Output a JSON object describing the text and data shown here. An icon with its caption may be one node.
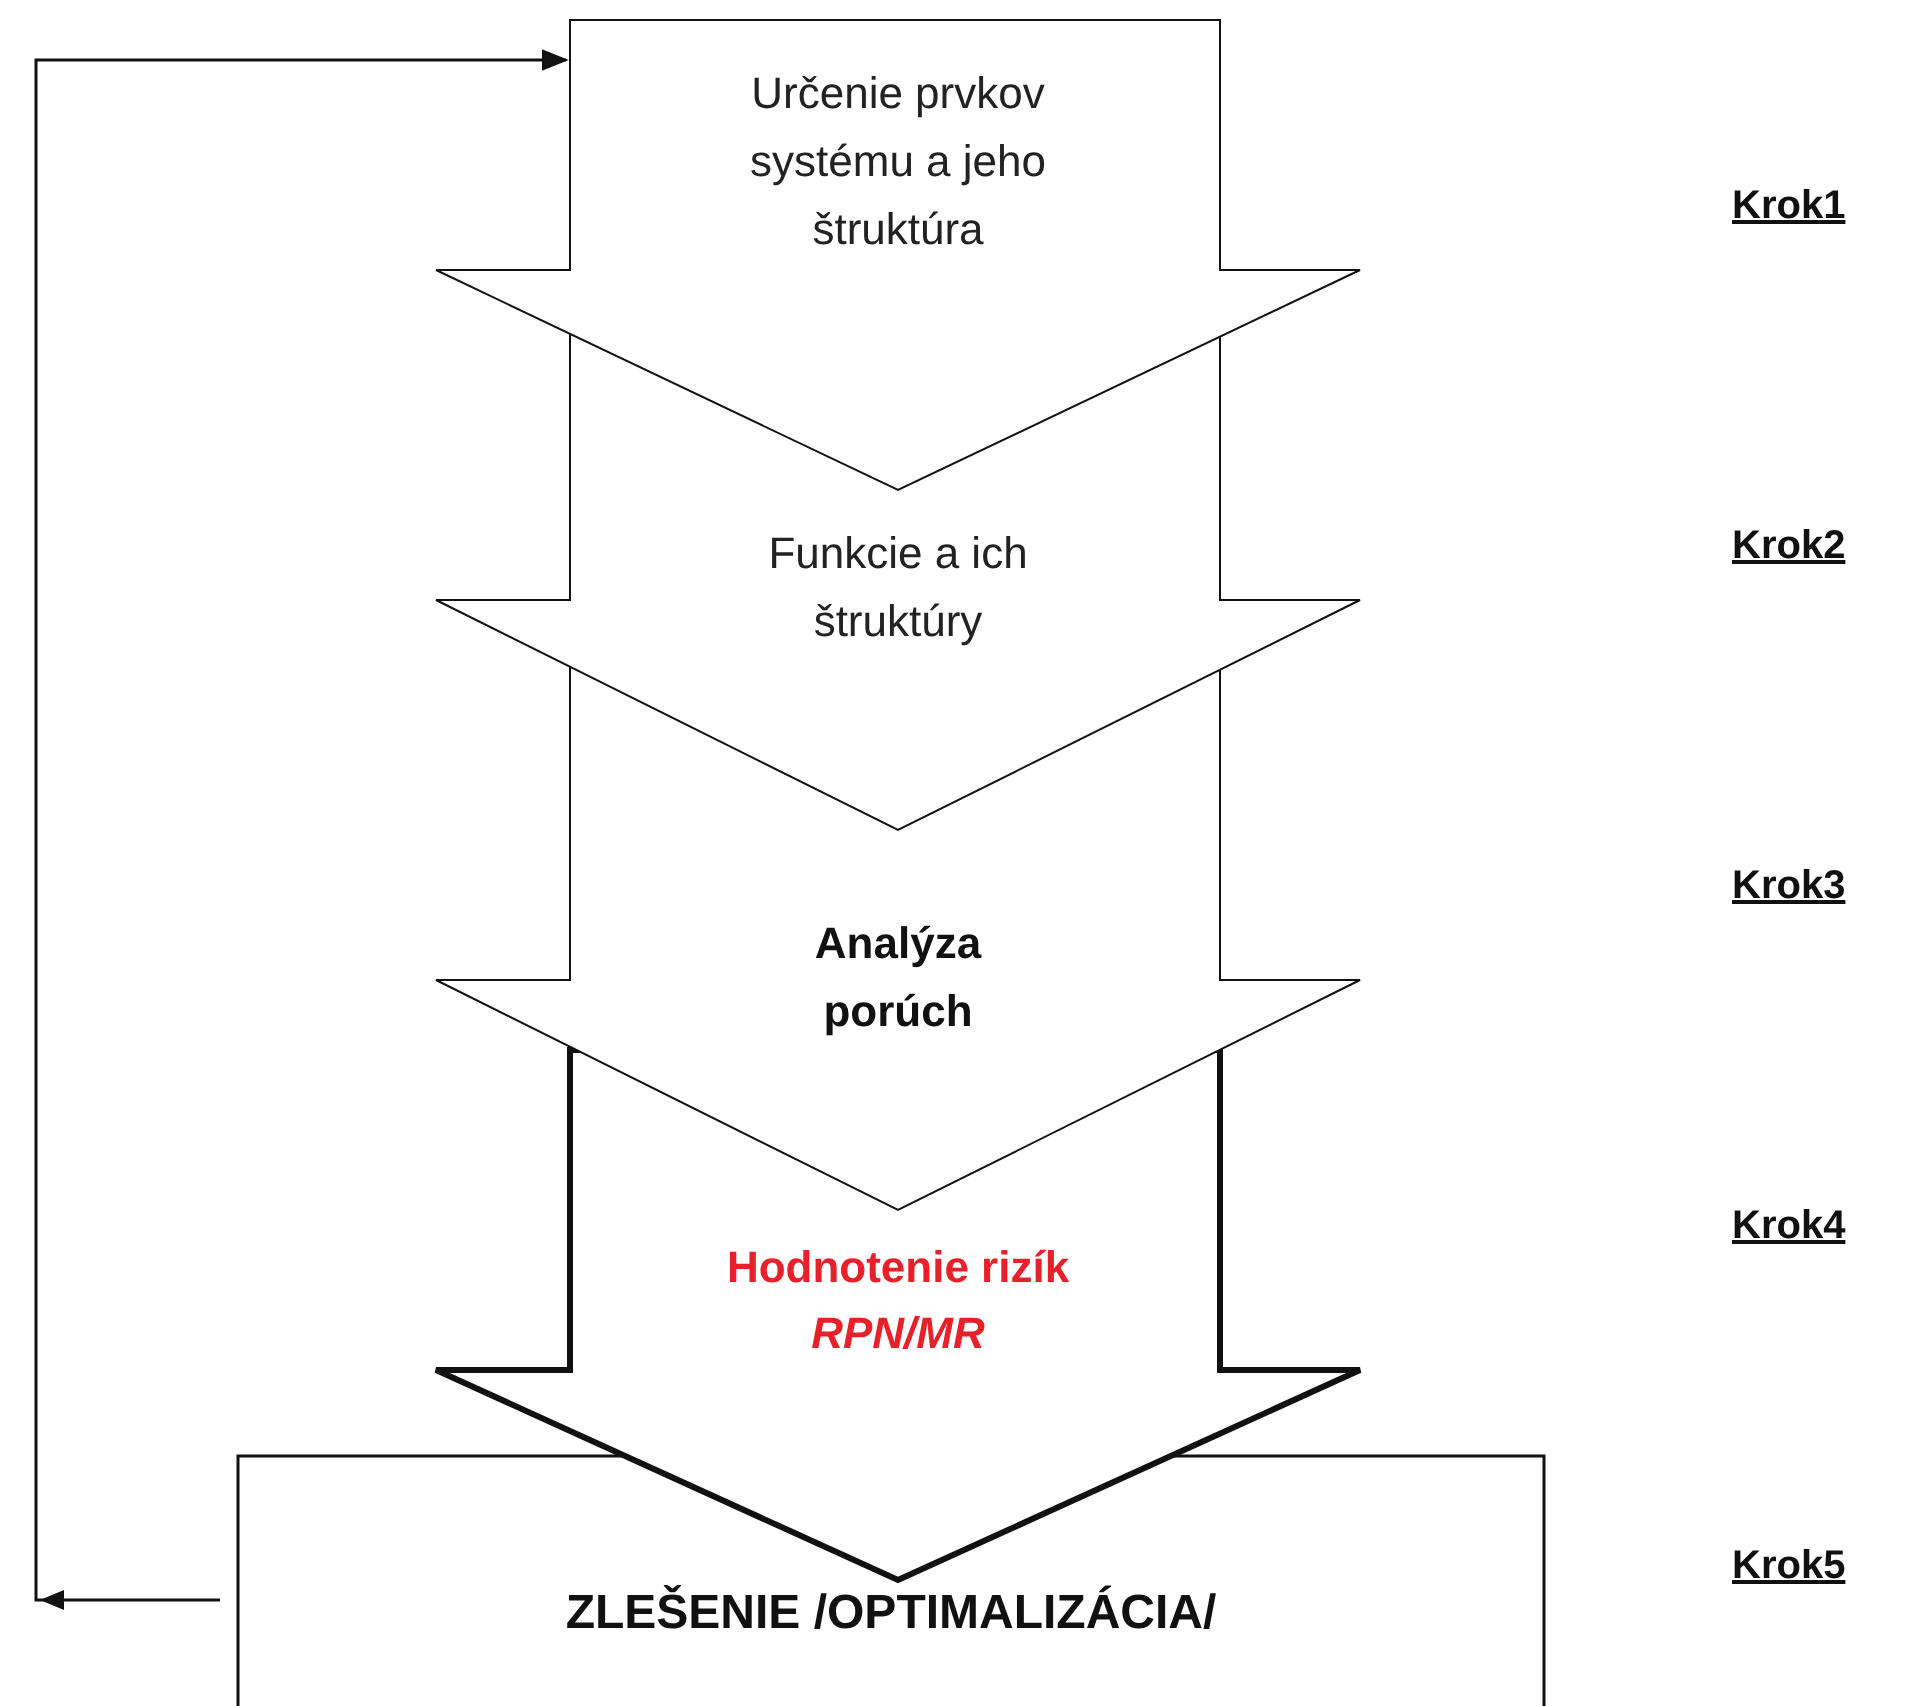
{
  "diagram": {
    "nodes": [
      {
        "text": [
          "Určenie prvkov systému a jeho štruktúra"
        ]
      },
      {
        "text": [
          "Funkcie a ich štruktúry"
        ]
      },
      {
        "text": [
          "Analýza porúch"
        ]
      },
      {
        "text": [
          "Hodnotenie rizík *RPN/MR*"
        ]
      },
      {
        "text": [
          "ZLEŠENIE /OPTIMALIZÁCIA/"
        ]
      }
    ],
    "edges": [
      {
        "from": 4,
        "to": 0,
        "arrow": "to"
      }
    ],
    "labels": [
      "Krok1",
      "Krok2",
      "Krok3",
      "Krok4",
      "Krok5"
    ]
  }
}
